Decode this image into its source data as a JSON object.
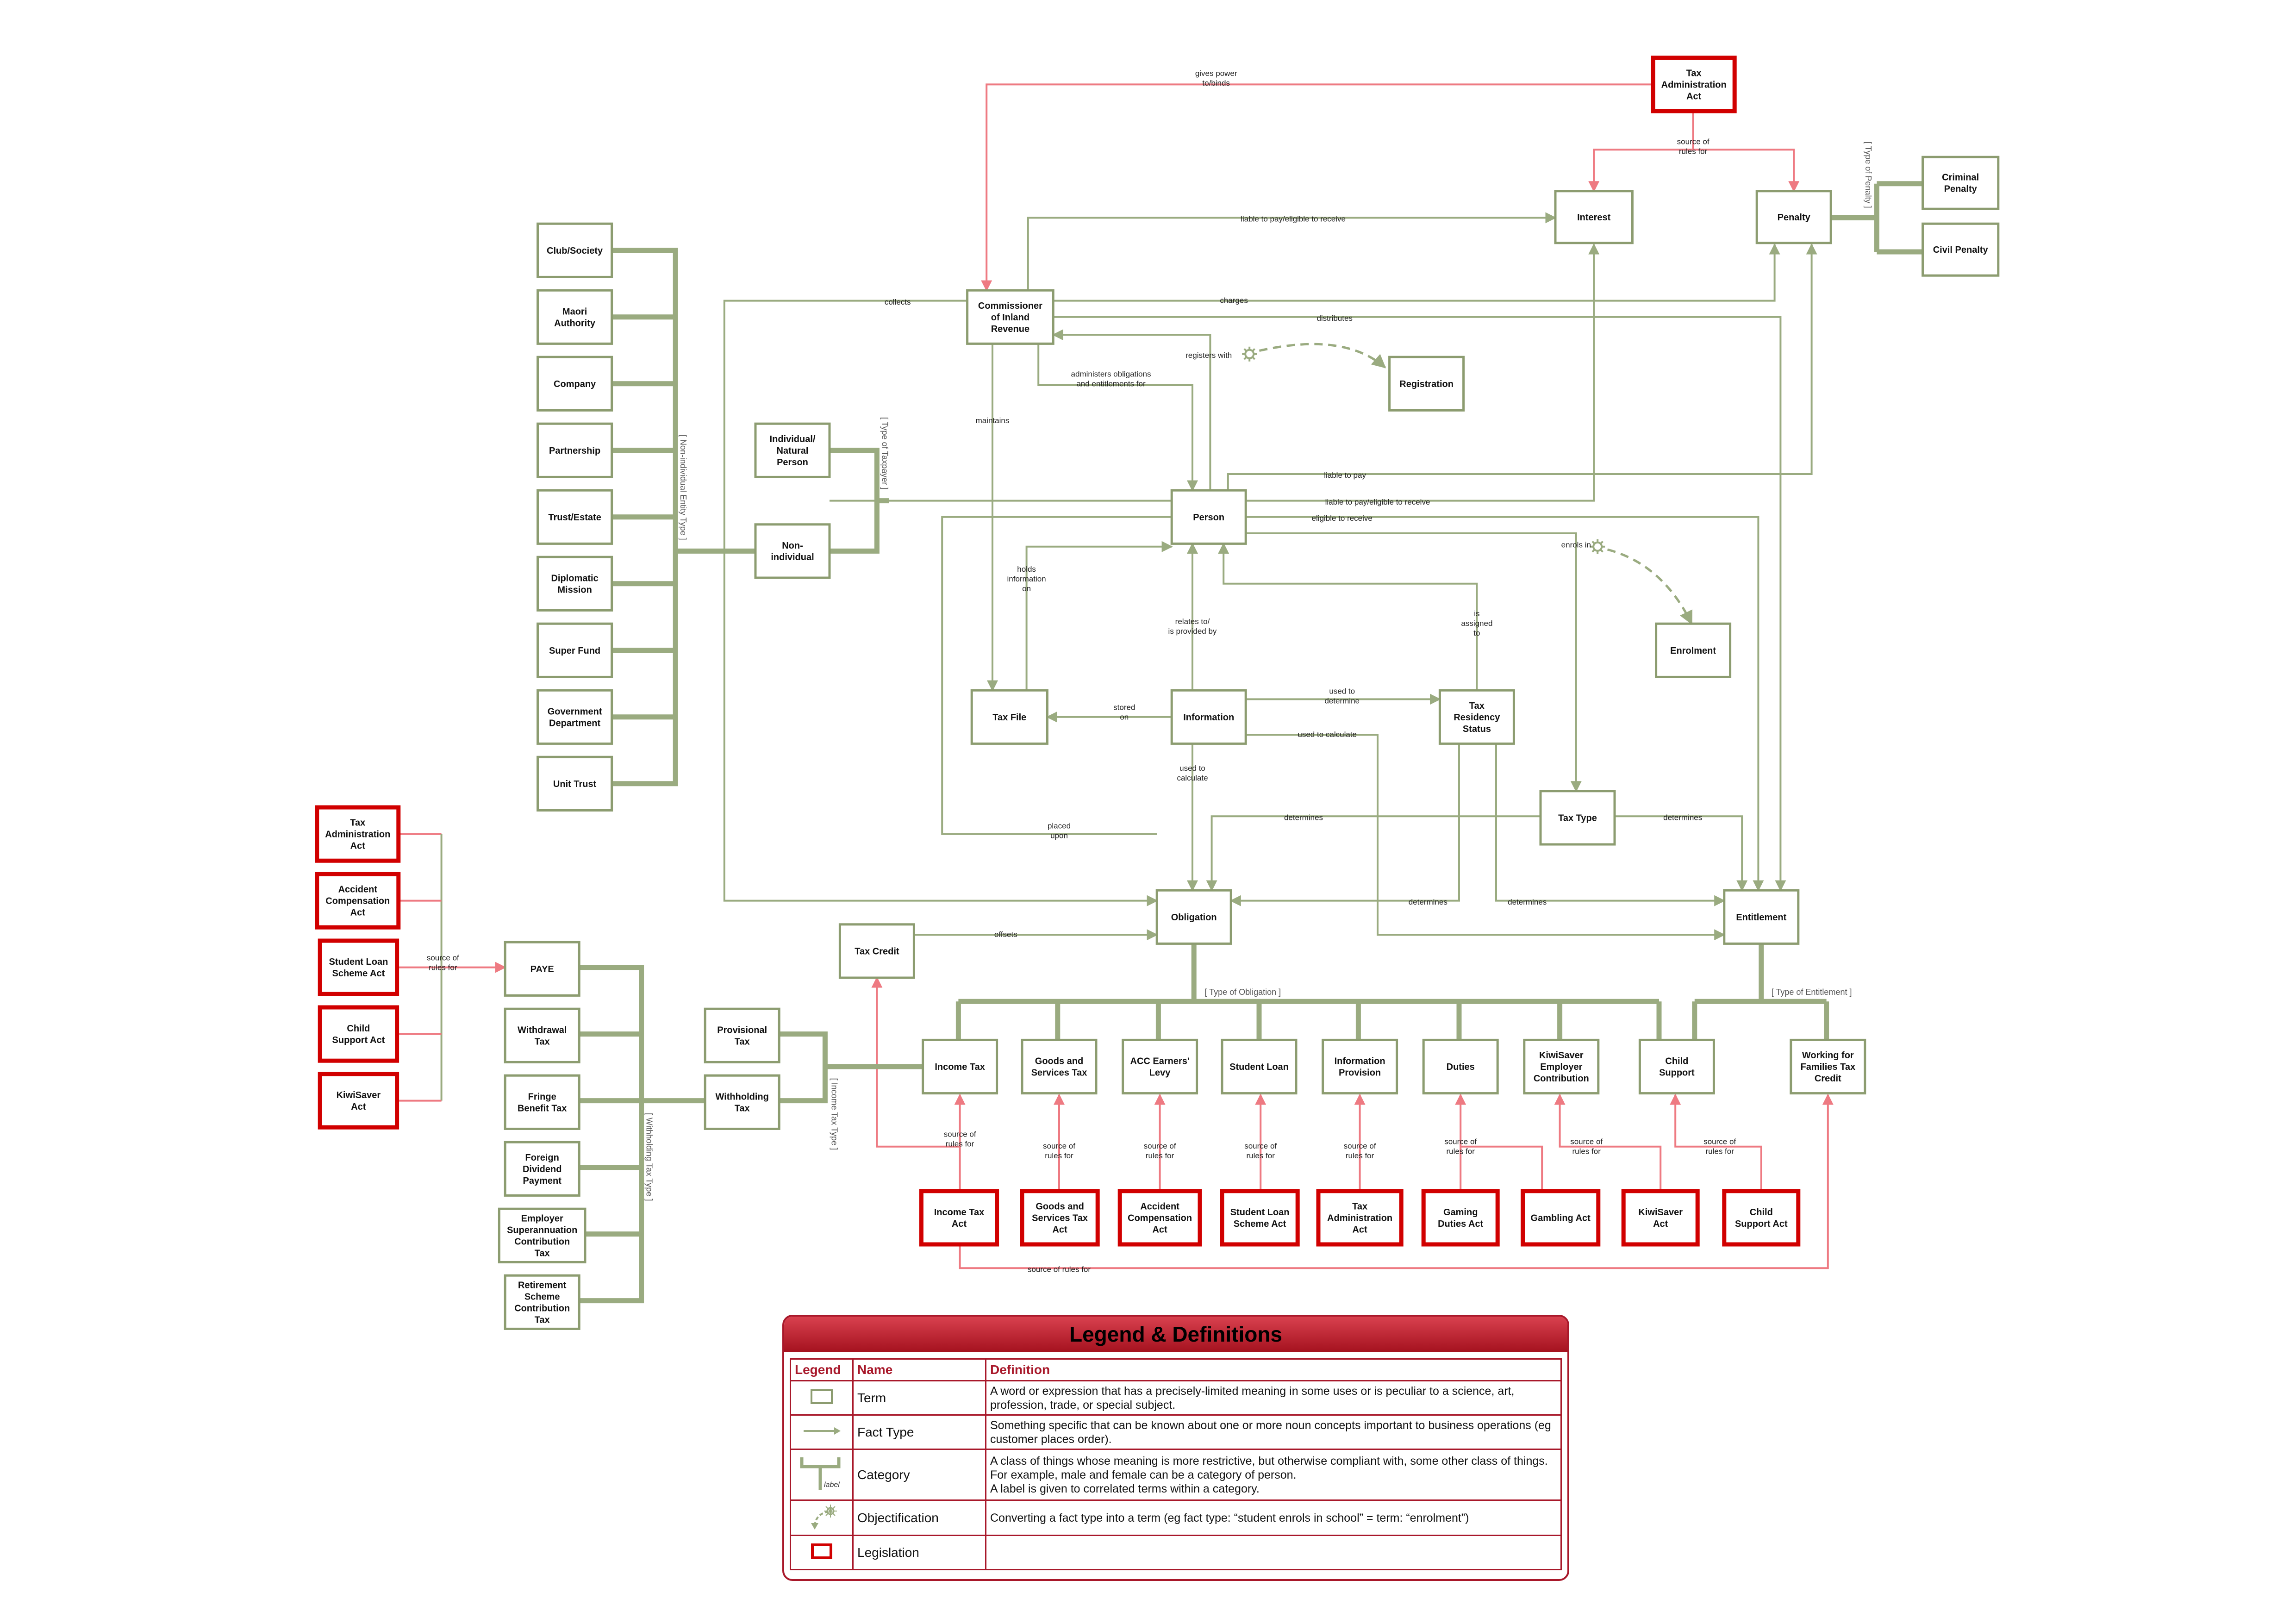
{
  "nodes": {
    "tax_admin_act_top": {
      "label": "Tax\nAdministration\nAct",
      "kind": "legislation"
    },
    "interest": {
      "label": "Interest",
      "kind": "term"
    },
    "penalty": {
      "label": "Penalty",
      "kind": "term"
    },
    "criminal_penalty": {
      "label": "Criminal\nPenalty",
      "kind": "term"
    },
    "civil_penalty": {
      "label": "Civil Penalty",
      "kind": "term"
    },
    "commissioner": {
      "label": "Commissioner\nof Inland\nRevenue",
      "kind": "term"
    },
    "registration": {
      "label": "Registration",
      "kind": "term"
    },
    "club_society": {
      "label": "Club/Society",
      "kind": "term"
    },
    "maori_authority": {
      "label": "Maori\nAuthority",
      "kind": "term"
    },
    "company": {
      "label": "Company",
      "kind": "term"
    },
    "partnership": {
      "label": "Partnership",
      "kind": "term"
    },
    "trust_estate": {
      "label": "Trust/Estate",
      "kind": "term"
    },
    "diplomatic_mission": {
      "label": "Diplomatic\nMission",
      "kind": "term"
    },
    "super_fund": {
      "label": "Super Fund",
      "kind": "term"
    },
    "government_department": {
      "label": "Government\nDepartment",
      "kind": "term"
    },
    "unit_trust": {
      "label": "Unit Trust",
      "kind": "term"
    },
    "individual": {
      "label": "Individual/\nNatural\nPerson",
      "kind": "term"
    },
    "non_individual": {
      "label": "Non-\nindividual",
      "kind": "term"
    },
    "person": {
      "label": "Person",
      "kind": "term"
    },
    "enrolment": {
      "label": "Enrolment",
      "kind": "term"
    },
    "tax_file": {
      "label": "Tax File",
      "kind": "term"
    },
    "information": {
      "label": "Information",
      "kind": "term"
    },
    "tax_residency": {
      "label": "Tax\nResidency\nStatus",
      "kind": "term"
    },
    "tax_type": {
      "label": "Tax Type",
      "kind": "term"
    },
    "obligation": {
      "label": "Obligation",
      "kind": "term"
    },
    "entitlement": {
      "label": "Entitlement",
      "kind": "term"
    },
    "tax_credit": {
      "label": "Tax Credit",
      "kind": "term"
    },
    "income_tax": {
      "label": "Income Tax",
      "kind": "term"
    },
    "gst": {
      "label": "Goods and\nServices Tax",
      "kind": "term"
    },
    "acc_levy": {
      "label": "ACC Earners'\nLevy",
      "kind": "term"
    },
    "student_loan": {
      "label": "Student Loan",
      "kind": "term"
    },
    "info_provision": {
      "label": "Information\nProvision",
      "kind": "term"
    },
    "duties": {
      "label": "Duties",
      "kind": "term"
    },
    "kiwisaver_employer": {
      "label": "KiwiSaver\nEmployer\nContribution",
      "kind": "term"
    },
    "child_support": {
      "label": "Child\nSupport",
      "kind": "term"
    },
    "wfftc": {
      "label": "Working for\nFamilies Tax\nCredit",
      "kind": "term"
    },
    "provisional_tax": {
      "label": "Provisional\nTax",
      "kind": "term"
    },
    "withholding_tax": {
      "label": "Withholding\nTax",
      "kind": "term"
    },
    "paye": {
      "label": "PAYE",
      "kind": "term"
    },
    "withdrawal_tax": {
      "label": "Withdrawal\nTax",
      "kind": "term"
    },
    "fringe_benefit": {
      "label": "Fringe\nBenefit Tax",
      "kind": "term"
    },
    "foreign_dividend": {
      "label": "Foreign\nDividend\nPayment",
      "kind": "term"
    },
    "employer_super": {
      "label": "Employer\nSuperannuation\nContribution\nTax",
      "kind": "term"
    },
    "retirement_scheme": {
      "label": "Retirement\nScheme\nContribution\nTax",
      "kind": "term"
    },
    "leg_tax_admin_left": {
      "label": "Tax\nAdministration\nAct",
      "kind": "legislation"
    },
    "leg_acc_left": {
      "label": "Accident\nCompensation\nAct",
      "kind": "legislation"
    },
    "leg_student_loan_left": {
      "label": "Student Loan\nScheme Act",
      "kind": "legislation"
    },
    "leg_child_support_left": {
      "label": "Child\nSupport Act",
      "kind": "legislation"
    },
    "leg_kiwisaver_left": {
      "label": "KiwiSaver\nAct",
      "kind": "legislation"
    },
    "leg_income_tax": {
      "label": "Income Tax\nAct",
      "kind": "legislation"
    },
    "leg_gst": {
      "label": "Goods and\nServices Tax\nAct",
      "kind": "legislation"
    },
    "leg_acc": {
      "label": "Accident\nCompensation\nAct",
      "kind": "legislation"
    },
    "leg_student_loan": {
      "label": "Student Loan\nScheme Act",
      "kind": "legislation"
    },
    "leg_tax_admin_bottom": {
      "label": "Tax\nAdministration\nAct",
      "kind": "legislation"
    },
    "leg_gaming": {
      "label": "Gaming\nDuties Act",
      "kind": "legislation"
    },
    "leg_gambling": {
      "label": "Gambling Act",
      "kind": "legislation"
    },
    "leg_kiwisaver": {
      "label": "KiwiSaver\nAct",
      "kind": "legislation"
    },
    "leg_child_support": {
      "label": "Child\nSupport Act",
      "kind": "legislation"
    }
  },
  "edge_labels": {
    "gives_power": "gives power\nto/binds",
    "source_rules_top": "source of\nrules for",
    "liable_eligible_interest": "liable to pay/eligible to receive",
    "charges": "charges",
    "distributes": "distributes",
    "collects": "collects",
    "registers_with": "registers with",
    "administers": "administers obligations\nand entitlements for",
    "maintains": "maintains",
    "liable_to_pay": "liable to pay",
    "liable_eligible_person": "liable to pay/eligible to receive",
    "eligible_to_receive": "eligible to receive",
    "enrols_in": "enrols in",
    "holds_information": "holds\ninformation\non",
    "relates_to": "relates to/\nis provided by",
    "is_assigned_to": "is\nassigned\nto",
    "stored_on": "stored\non",
    "used_to_determine": "used to\ndetermine",
    "used_to_calculate_right": "used to calculate",
    "used_to_calculate_down": "used to\ncalculate",
    "determines_left": "determines",
    "determines_right": "determines",
    "determines_ob": "determines",
    "determines_ent": "determines",
    "placed_upon": "placed\nupon",
    "offsets": "offsets",
    "source_rules_paye": "source of\nrules for",
    "src_income_tax": "source of\nrules for",
    "src_gst": "source of\nrules for",
    "src_acc": "source of\nrules for",
    "src_student": "source of\nrules for",
    "src_info": "source of\nrules for",
    "src_duties": "source of\nrules for",
    "src_kiwisaver": "source of\nrules for",
    "src_child": "source of\nrules for",
    "src_bottom": "source of rules for"
  },
  "category_labels": {
    "type_of_penalty": "[ Type of Penalty ]",
    "non_individual_entity_type": "[ Non-individual Entity Type ]",
    "type_of_taxpayer": "[ Type of Taxpayer ]",
    "type_of_obligation": "[ Type of Obligation ]",
    "type_of_entitlement": "[ Type of Entitlement ]",
    "income_tax_type": "[ Income Tax Type ]",
    "withholding_tax_type": "[ Withholding Tax Type ]"
  },
  "legend": {
    "title": "Legend & Definitions",
    "headers": [
      "Legend",
      "Name",
      "Definition"
    ],
    "category_symbol_label": "label",
    "rows": [
      {
        "symbol": "term",
        "name": "Term",
        "definition": "A word or expression that has a precisely-limited meaning in some uses or is peculiar to a science, art, profession, trade, or special subject."
      },
      {
        "symbol": "fact-type",
        "name": "Fact Type",
        "definition": "Something specific that can be known about one or more noun concepts important to business operations (eg customer places order)."
      },
      {
        "symbol": "category",
        "name": "Category",
        "definition": "A class of things whose meaning is more restrictive, but otherwise compliant with, some other class of things. For example, male and female can be a category of person.\nA label is given to correlated terms within a category."
      },
      {
        "symbol": "objectification",
        "name": "Objectification",
        "definition": "Converting a fact type into a term (eg fact type: “student enrols in school” = term: “enrolment”)"
      },
      {
        "symbol": "legislation",
        "name": "Legislation",
        "definition": ""
      }
    ]
  },
  "colors": {
    "term_border": "#8c9c70",
    "legislation_border": "#d10000",
    "fact_line": "#9aab80",
    "rule_line": "#ee7a82",
    "legend_accent": "#a8182a"
  }
}
